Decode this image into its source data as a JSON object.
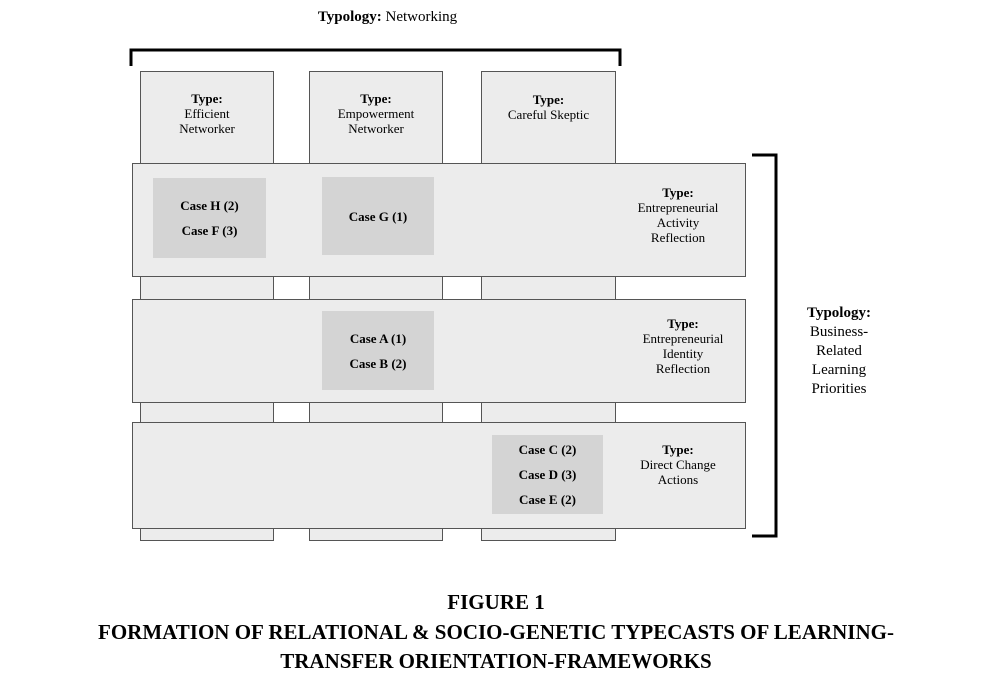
{
  "top_typology": {
    "keyword": "Typology:",
    "value": "Networking"
  },
  "side_typology": {
    "keyword": "Typology:",
    "lines": [
      "Business-",
      "Related",
      "Learning",
      "Priorities"
    ]
  },
  "columns": [
    {
      "keyword": "Type:",
      "lines": [
        "Efficient",
        "Networker"
      ]
    },
    {
      "keyword": "Type:",
      "lines": [
        "Empowerment",
        "Networker"
      ]
    },
    {
      "keyword": "Type:",
      "lines": [
        "Careful Skeptic"
      ]
    }
  ],
  "rows": [
    {
      "keyword": "Type:",
      "lines": [
        "Entrepreneurial",
        "Activity",
        "Reflection"
      ]
    },
    {
      "keyword": "Type:",
      "lines": [
        "Entrepreneurial",
        "Identity",
        "Reflection"
      ]
    },
    {
      "keyword": "Type:",
      "lines": [
        "Direct Change",
        "Actions"
      ]
    }
  ],
  "cases": {
    "row1_col1": [
      "Case H (2)",
      "Case F (3)"
    ],
    "row1_col2": [
      "Case G (1)"
    ],
    "row2_col2": [
      "Case A (1)",
      "Case B (2)"
    ],
    "row3_col3": [
      "Case C (2)",
      "Case D (3)",
      "Case E (2)"
    ]
  },
  "caption": {
    "figure": "FIGURE 1",
    "line1": "FORMATION OF RELATIONAL & SOCIO-GENETIC TYPECASTS OF LEARNING-",
    "line2": "TRANSFER ORIENTATION-FRAMEWORKS"
  },
  "colors": {
    "fill": "#ececec",
    "case_fill": "#d4d4d4",
    "border": "#555555"
  }
}
